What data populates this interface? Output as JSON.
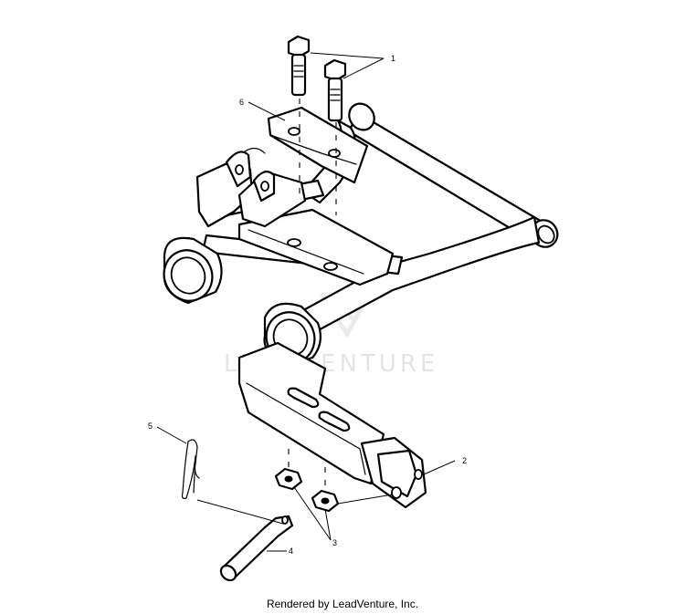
{
  "diagram": {
    "callouts": [
      "1",
      "2",
      "3",
      "4",
      "5",
      "6"
    ],
    "watermark": "LEADVENTURE"
  },
  "footer": {
    "credit": "Rendered by LeadVenture, Inc."
  }
}
